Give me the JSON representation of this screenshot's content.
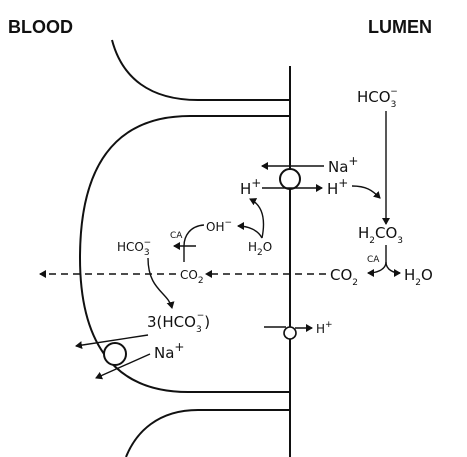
{
  "headers": {
    "left": "BLOOD",
    "right": "LUMEN"
  },
  "labels": {
    "hco3_lumen": "HCO",
    "hco3_lumen_sub": "3",
    "hco3_lumen_sup": "−",
    "na_top": "Na",
    "na_top_sup": "+",
    "h_left": "H",
    "h_left_sup": "+",
    "h_right": "H",
    "h_right_sup": "+",
    "h2co3": "H",
    "h2co3_sub": "2",
    "h2co3_tail": "CO",
    "h2co3_sub2": "3",
    "oh": "OH",
    "oh_sup": "−",
    "ca_left": "CA",
    "hco3_cell": "HCO",
    "hco3_cell_sub": "3",
    "hco3_cell_sup": "−",
    "h2o_cell": "H",
    "h2o_cell_sub": "2",
    "h2o_cell_tail": "O",
    "co2_cell": "CO",
    "co2_cell_sub": "2",
    "co2_lumen": "CO",
    "co2_lumen_sub": "2",
    "ca_right": "CA",
    "h2o_lumen": "H",
    "h2o_lumen_sub": "2",
    "h2o_lumen_tail": "O",
    "hco3_triple_open": "3(HCO",
    "hco3_triple_sub": "3",
    "hco3_triple_sup": "−",
    "hco3_triple_close": ")",
    "na_bottom": "Na",
    "na_bottom_sup": "+",
    "h_pump": "H",
    "h_pump_sup": "+"
  }
}
